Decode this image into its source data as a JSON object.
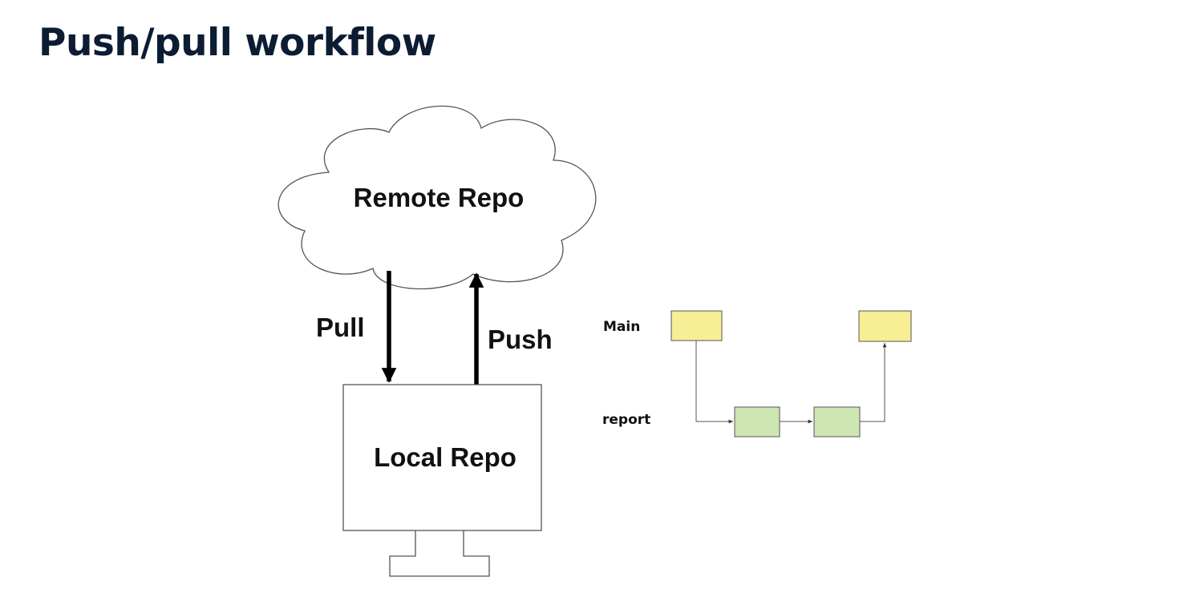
{
  "title": "Push/pull workflow",
  "colors": {
    "title": "#0b1c33",
    "stroke": "#555555",
    "arrow": "#000000",
    "main_commit_fill": "#f7ee96",
    "report_commit_fill": "#cde6b2",
    "commit_stroke": "#555555"
  },
  "workflow": {
    "remote_label": "Remote Repo",
    "local_label": "Local Repo",
    "pull_label": "Pull",
    "push_label": "Push",
    "remote_icon": "cloud-icon",
    "local_icon": "computer-monitor-icon"
  },
  "branches": {
    "main_label": "Main",
    "report_label": "report"
  }
}
